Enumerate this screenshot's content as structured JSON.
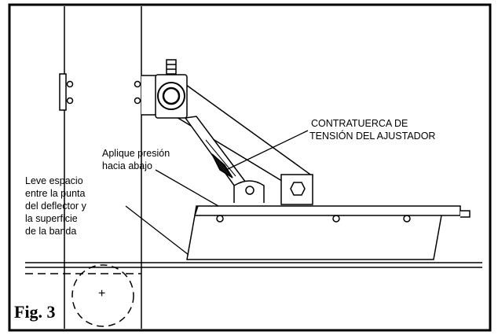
{
  "labels": {
    "contratuerca": [
      "CONTRATUERCA DE",
      "TENSIÓN DEL AJUSTADOR"
    ],
    "aplique": [
      "Aplique presión",
      "hacia abajo"
    ],
    "leve": [
      "Leve espacio",
      "entre la punta",
      "del deflector y",
      "la superficie",
      "de la banda"
    ]
  },
  "figure_label": "Fig. 3",
  "center_mark": "+"
}
